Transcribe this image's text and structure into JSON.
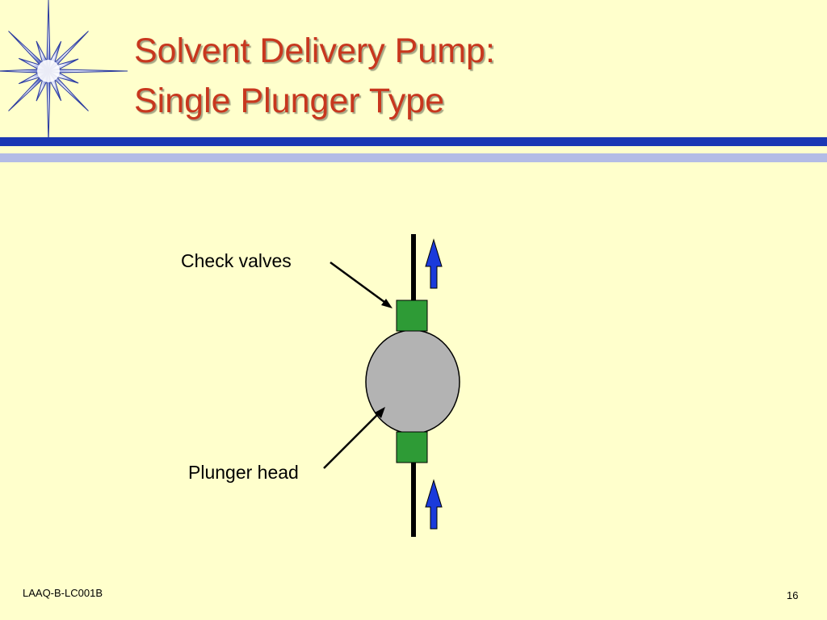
{
  "slide": {
    "title_line_1": "Solvent Delivery Pump:",
    "title_line_2": "Single Plunger Type",
    "footer_code": "LAAQ-B-LC001B",
    "page_number": "16"
  },
  "diagram": {
    "labels": {
      "check_valves": "Check valves",
      "plunger_head": "Plunger head"
    }
  },
  "colors": {
    "background": "#FFFFCC",
    "title": "#C8371E",
    "rule_dark": "#1A37B4",
    "rule_light": "#B4BCE6",
    "valve": "#2E9B36",
    "plunger": "#B3B3B3",
    "flow_arrow": "#1A3ADB"
  },
  "icons": {
    "logo": "starburst-icon",
    "flow_direction": "arrow-up-icon"
  }
}
